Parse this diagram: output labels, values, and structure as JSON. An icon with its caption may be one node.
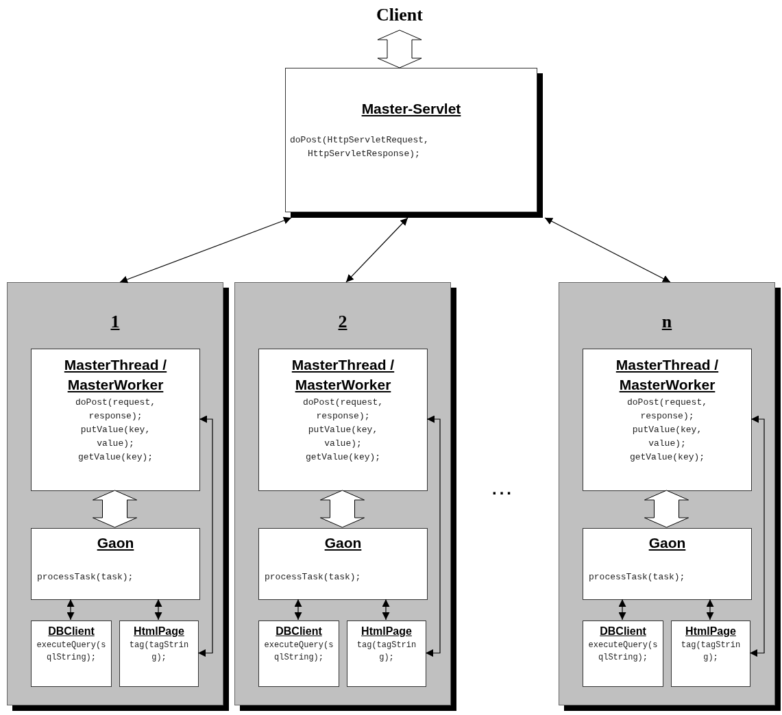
{
  "diagram": {
    "nodes": [
      {
        "text": [
          "Client"
        ]
      },
      {
        "text": [
          "Master-Servlet",
          "doPost(HttpServletRequest, HttpServletResponse);"
        ]
      },
      {
        "text": [
          "1"
        ]
      },
      {
        "text": [
          "MasterThread / MasterWorker",
          "doPost(request, response);",
          "putValue(key, value);",
          "getValue(key);"
        ],
        "in": 2
      },
      {
        "text": [
          "Gaon",
          "processTask(task);"
        ],
        "in": 2
      },
      {
        "text": [
          "DBClient",
          "executeQuery(sqlString);"
        ],
        "in": 2
      },
      {
        "text": [
          "HtmlPage",
          "tag(tagString);"
        ],
        "in": 2
      },
      {
        "text": [
          "2"
        ]
      },
      {
        "text": [
          "MasterThread / MasterWorker",
          "doPost(request, response);",
          "putValue(key, value);",
          "getValue(key);"
        ],
        "in": 7
      },
      {
        "text": [
          "Gaon",
          "processTask(task);"
        ],
        "in": 7
      },
      {
        "text": [
          "DBClient",
          "executeQuery(sqlString);"
        ],
        "in": 7
      },
      {
        "text": [
          "HtmlPage",
          "tag(tagString);"
        ],
        "in": 7
      },
      {
        "text": [
          "n"
        ]
      },
      {
        "text": [
          "MasterThread / MasterWorker",
          "doPost(request, response);",
          "putValue(key, value);",
          "getValue(key);"
        ],
        "in": 12
      },
      {
        "text": [
          "Gaon",
          "processTask(task);"
        ],
        "in": 12
      },
      {
        "text": [
          "DBClient",
          "executeQuery(sqlString);"
        ],
        "in": 12
      },
      {
        "text": [
          "HtmlPage",
          "tag(tagString);"
        ],
        "in": 12
      }
    ],
    "edges": [
      {
        "from": 0,
        "to": 1,
        "arrow": "both",
        "style": "thick"
      },
      {
        "from": 1,
        "to": 2,
        "arrow": "both"
      },
      {
        "from": 1,
        "to": 7,
        "arrow": "both"
      },
      {
        "from": 1,
        "to": 12,
        "arrow": "both"
      },
      {
        "from": 3,
        "to": 4,
        "arrow": "both",
        "style": "thick"
      },
      {
        "from": 4,
        "to": 5,
        "arrow": "both"
      },
      {
        "from": 4,
        "to": 6,
        "arrow": "both"
      },
      {
        "from": 6,
        "to": 3,
        "arrow": "both"
      },
      {
        "from": 8,
        "to": 9,
        "arrow": "both",
        "style": "thick"
      },
      {
        "from": 9,
        "to": 10,
        "arrow": "both"
      },
      {
        "from": 9,
        "to": 11,
        "arrow": "both"
      },
      {
        "from": 11,
        "to": 8,
        "arrow": "both"
      },
      {
        "from": 13,
        "to": 14,
        "arrow": "both",
        "style": "thick"
      },
      {
        "from": 14,
        "to": 15,
        "arrow": "both"
      },
      {
        "from": 14,
        "to": 16,
        "arrow": "both"
      },
      {
        "from": 16,
        "to": 13,
        "arrow": "both"
      }
    ],
    "labels": [
      "..."
    ]
  }
}
